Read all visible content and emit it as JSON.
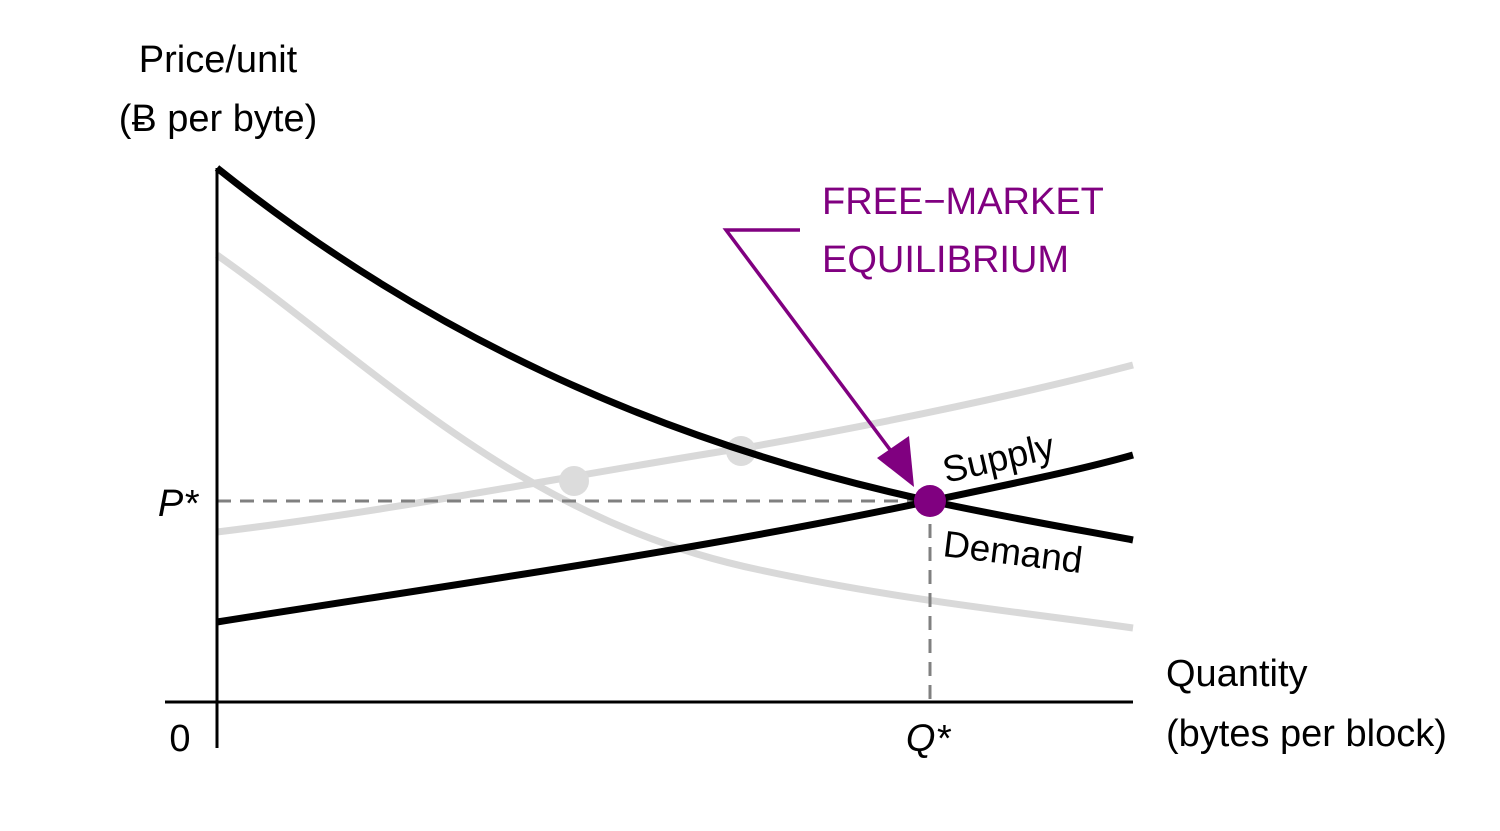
{
  "axes": {
    "y_label_line1": "Price/unit",
    "y_label_line2": "(Ƀ per byte)",
    "x_label_line1": "Quantity",
    "x_label_line2": "(bytes per block)",
    "origin_label": "0",
    "p_star_label": "P*",
    "q_star_label": "Q*"
  },
  "curves": {
    "supply_label": "Supply",
    "demand_label": "Demand"
  },
  "annotation": {
    "line1": "FREE−MARKET",
    "line2": "EQUILIBRIUM",
    "color": "#800080"
  },
  "colors": {
    "main_curve": "#000000",
    "ghost_curve": "#d9d9d9",
    "guide_line": "#808080",
    "ghost_dot": "#dcdcdc"
  }
}
